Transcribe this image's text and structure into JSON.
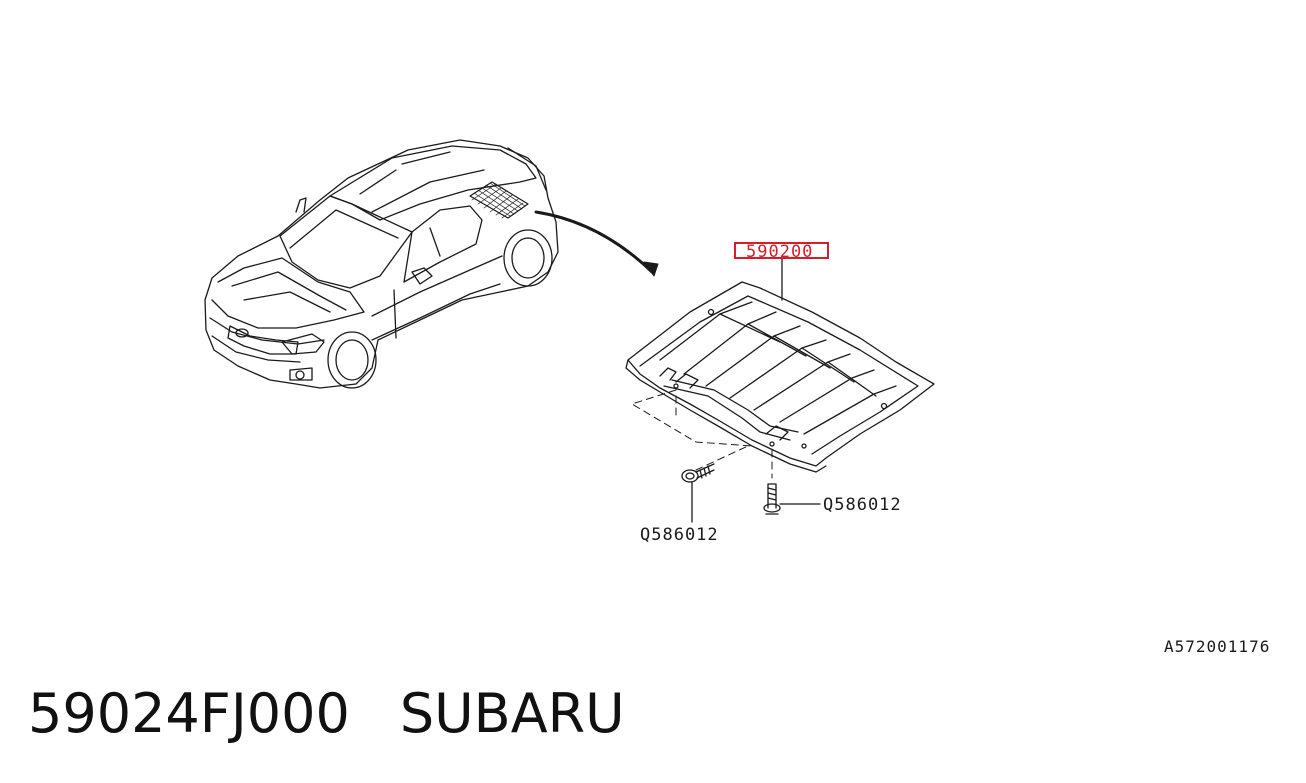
{
  "diagram": {
    "callouts": {
      "main_part": "590200",
      "fastener_left": "Q586012",
      "fastener_right": "Q586012"
    },
    "figure_id": "A572001176",
    "highlight_color": "#d61e2a"
  },
  "footer": {
    "part_number": "59024FJ000",
    "brand": "SUBARU"
  }
}
